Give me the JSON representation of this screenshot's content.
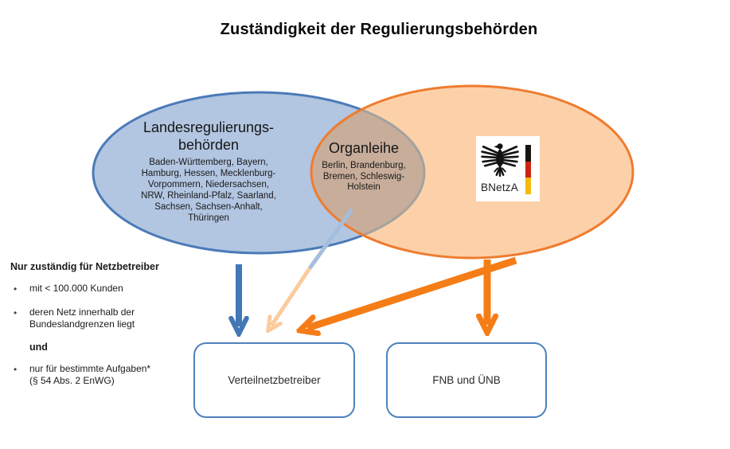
{
  "title": "Zuständigkeit der Regulierungsbehörden",
  "venn": {
    "left": {
      "heading_lines": [
        "Landesregulierungs-",
        "behörden"
      ],
      "member_lines": [
        "Baden-Württemberg, Bayern,",
        "Hamburg, Hessen, Mecklenburg-",
        "Vorpommern, Niedersachsen,",
        "NRW, Rheinland-Pfalz, Saarland,",
        "Sachsen, Sachsen-Anhalt,",
        "Thüringen"
      ]
    },
    "overlap": {
      "heading": "Organleihe",
      "member_lines": [
        "Berlin, Brandenburg,",
        "Bremen, Schleswig-",
        "Holstein"
      ]
    },
    "right": {
      "logo_label": "BNetzA",
      "eagle_icon": "federal-eagle-icon",
      "flag_icon": "german-flag-stripes-icon"
    }
  },
  "note": {
    "heading": "Nur zuständig für Netzbetreiber",
    "bullet1": "mit < 100.000 Kunden",
    "bullet2_lines": [
      "deren Netz innerhalb der",
      "Bundeslandgrenzen liegt"
    ],
    "connector": "und",
    "bullet3_lines": [
      "nur für bestimmte Aufgaben*",
      "(§ 54 Abs. 2 EnWG)"
    ],
    "bullet_glyph": "•"
  },
  "boxes": {
    "left_label": "Verteilnetzbetreiber",
    "right_label": "FNB und ÜNB"
  },
  "colors": {
    "blue_fill": "#b2c5e1",
    "blue_stroke": "#4a7ab8",
    "orange_fill": "#fcd1a9",
    "orange_stroke": "#ee7c2f",
    "overlap_fill": "#c7ad9a",
    "overlap_arc": "#a3a29e",
    "arrow_blue": "#4377b6",
    "arrow_orange": "#f57d17",
    "arrow_lightblue": "#a6bedd",
    "arrow_peach": "#fbcb9e",
    "box_border": "#4f81bd",
    "flag_black": "#1a1511",
    "flag_red": "#cc2313",
    "flag_gold": "#f3ba0c"
  }
}
